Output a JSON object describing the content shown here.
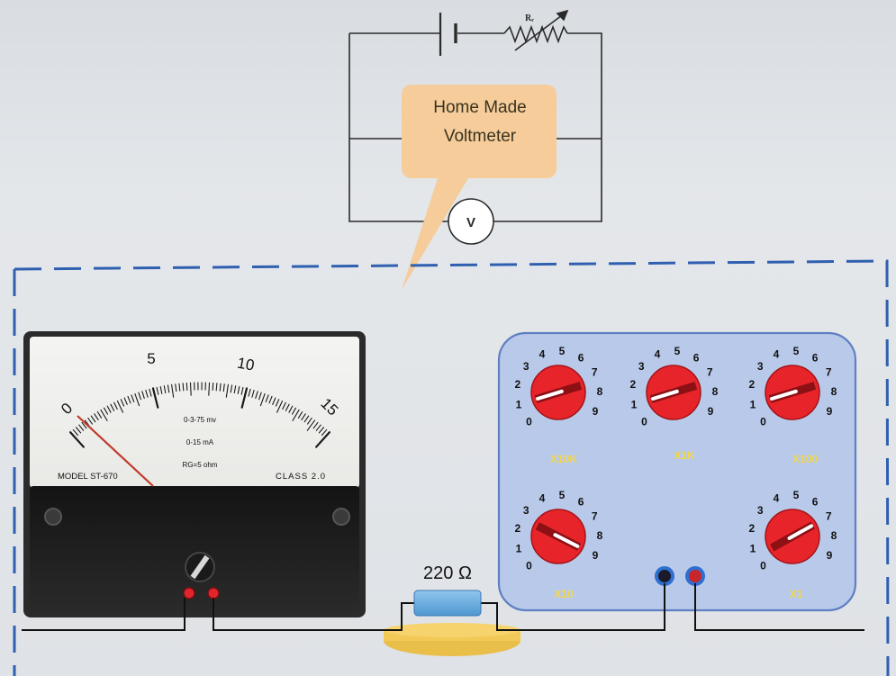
{
  "circuit": {
    "rheostat_label": "Rᵣ",
    "voltmeter_symbol": "V",
    "callout_line1": "Home Made",
    "callout_line2": "Voltmeter"
  },
  "meter": {
    "scale_labels": [
      "0",
      "5",
      "10",
      "15"
    ],
    "spec_lines": [
      "0-3-75 mv",
      "0-15 mA",
      "RG=5 ohm"
    ],
    "model": "MODEL ST-670",
    "class": "CLASS 2.0"
  },
  "resistor": {
    "label": "220 Ω"
  },
  "decade_box": {
    "dial_digits": [
      "0",
      "1",
      "2",
      "3",
      "4",
      "5",
      "6",
      "7",
      "8",
      "9"
    ],
    "dials": [
      {
        "label": "X10K",
        "setting": 1
      },
      {
        "label": "X1K",
        "setting": 1
      },
      {
        "label": "X100",
        "setting": 1
      },
      {
        "label": "X10",
        "setting": 9
      },
      {
        "label": "X1",
        "setting": 7
      }
    ]
  },
  "colors": {
    "dial_red": "#e8242b",
    "box_blue": "#b9c9ea",
    "border_dash": "#2f5fb0",
    "callout": "#f5cc9a",
    "label_yellow": "#f2d64b"
  }
}
